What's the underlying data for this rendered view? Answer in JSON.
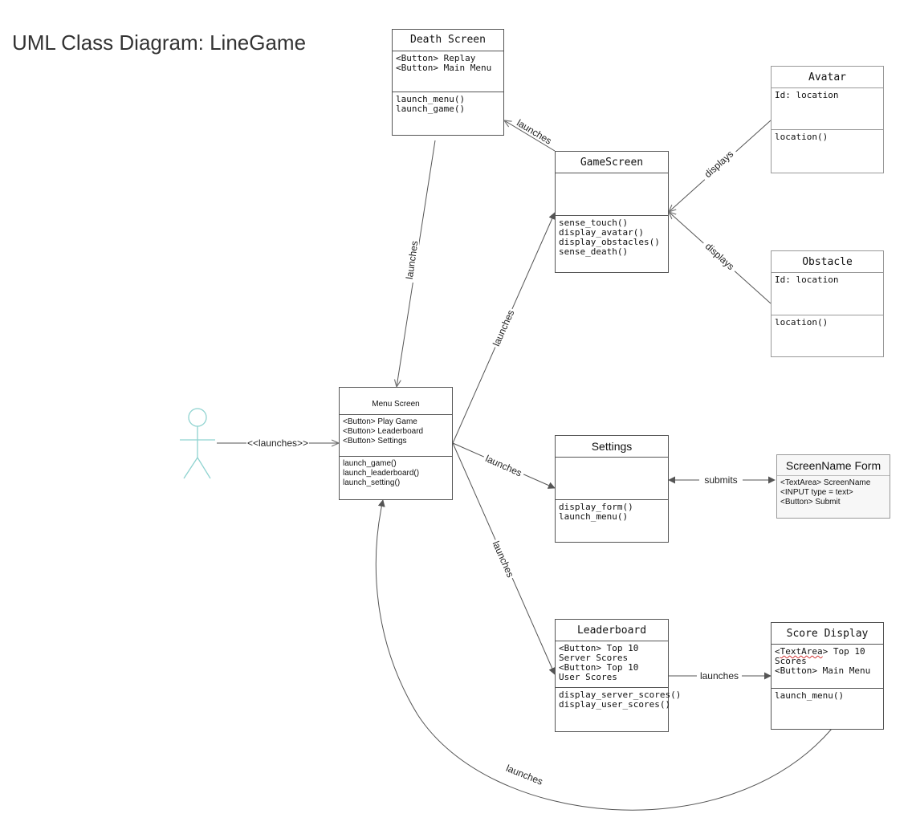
{
  "diagram": {
    "title": "UML Class Diagram: LineGame"
  },
  "classes": {
    "death_screen": {
      "name": "Death Screen",
      "attributes": [
        "<Button> Replay",
        "<Button> Main Menu"
      ],
      "methods": [
        "launch_menu()",
        "launch_game()"
      ]
    },
    "game_screen": {
      "name": "GameScreen",
      "attributes": [],
      "methods": [
        "sense_touch()",
        "display_avatar()",
        "display_obstacles()",
        "sense_death()"
      ]
    },
    "avatar": {
      "name": "Avatar",
      "attributes": [
        "Id: location"
      ],
      "methods": [
        "location()"
      ]
    },
    "obstacle": {
      "name": "Obstacle",
      "attributes": [
        "Id: location"
      ],
      "methods": [
        "location()"
      ]
    },
    "menu_screen": {
      "name": "Menu Screen",
      "attributes": [
        "<Button> Play Game",
        "<Button> Leaderboard",
        "<Button> Settings"
      ],
      "methods": [
        "launch_game()",
        "launch_leaderboard()",
        "launch_setting()"
      ]
    },
    "settings": {
      "name": "Settings",
      "attributes": [],
      "methods": [
        "display_form()",
        "launch_menu()"
      ]
    },
    "screenname_form": {
      "name": "ScreenName Form",
      "attributes": [
        "<TextArea> ScreenName",
        "<INPUT type = text>",
        "<Button> Submit"
      ],
      "methods": []
    },
    "leaderboard": {
      "name": "Leaderboard",
      "attributes": [
        "<Button> Top 10 Server Scores",
        "<Button> Top 10 User Scores"
      ],
      "methods": [
        "display_server_scores()",
        "display_user_scores()"
      ]
    },
    "score_display": {
      "name": "Score Display",
      "attr_prefix": "<",
      "attr_underlined": "TextArea",
      "attr_suffix": "> Top 10 Scores",
      "attributes": [
        "<Button> Main Menu"
      ],
      "methods": [
        "launch_menu()"
      ]
    }
  },
  "relations": {
    "death_to_menu": "launches",
    "game_to_death": "launches",
    "menu_to_game": "launches",
    "avatar_to_game": "displays",
    "obstacle_to_game": "displays",
    "actor_to_menu": "<<launches>>",
    "menu_to_settings": "launches",
    "settings_form": "submits",
    "menu_to_leaderboard": "launches",
    "leaderboard_to_score": "launches",
    "score_to_menu": "launches"
  },
  "colors": {
    "line": "#555555",
    "actor": "#8fd3d0",
    "spellcheck": "#d33333"
  }
}
